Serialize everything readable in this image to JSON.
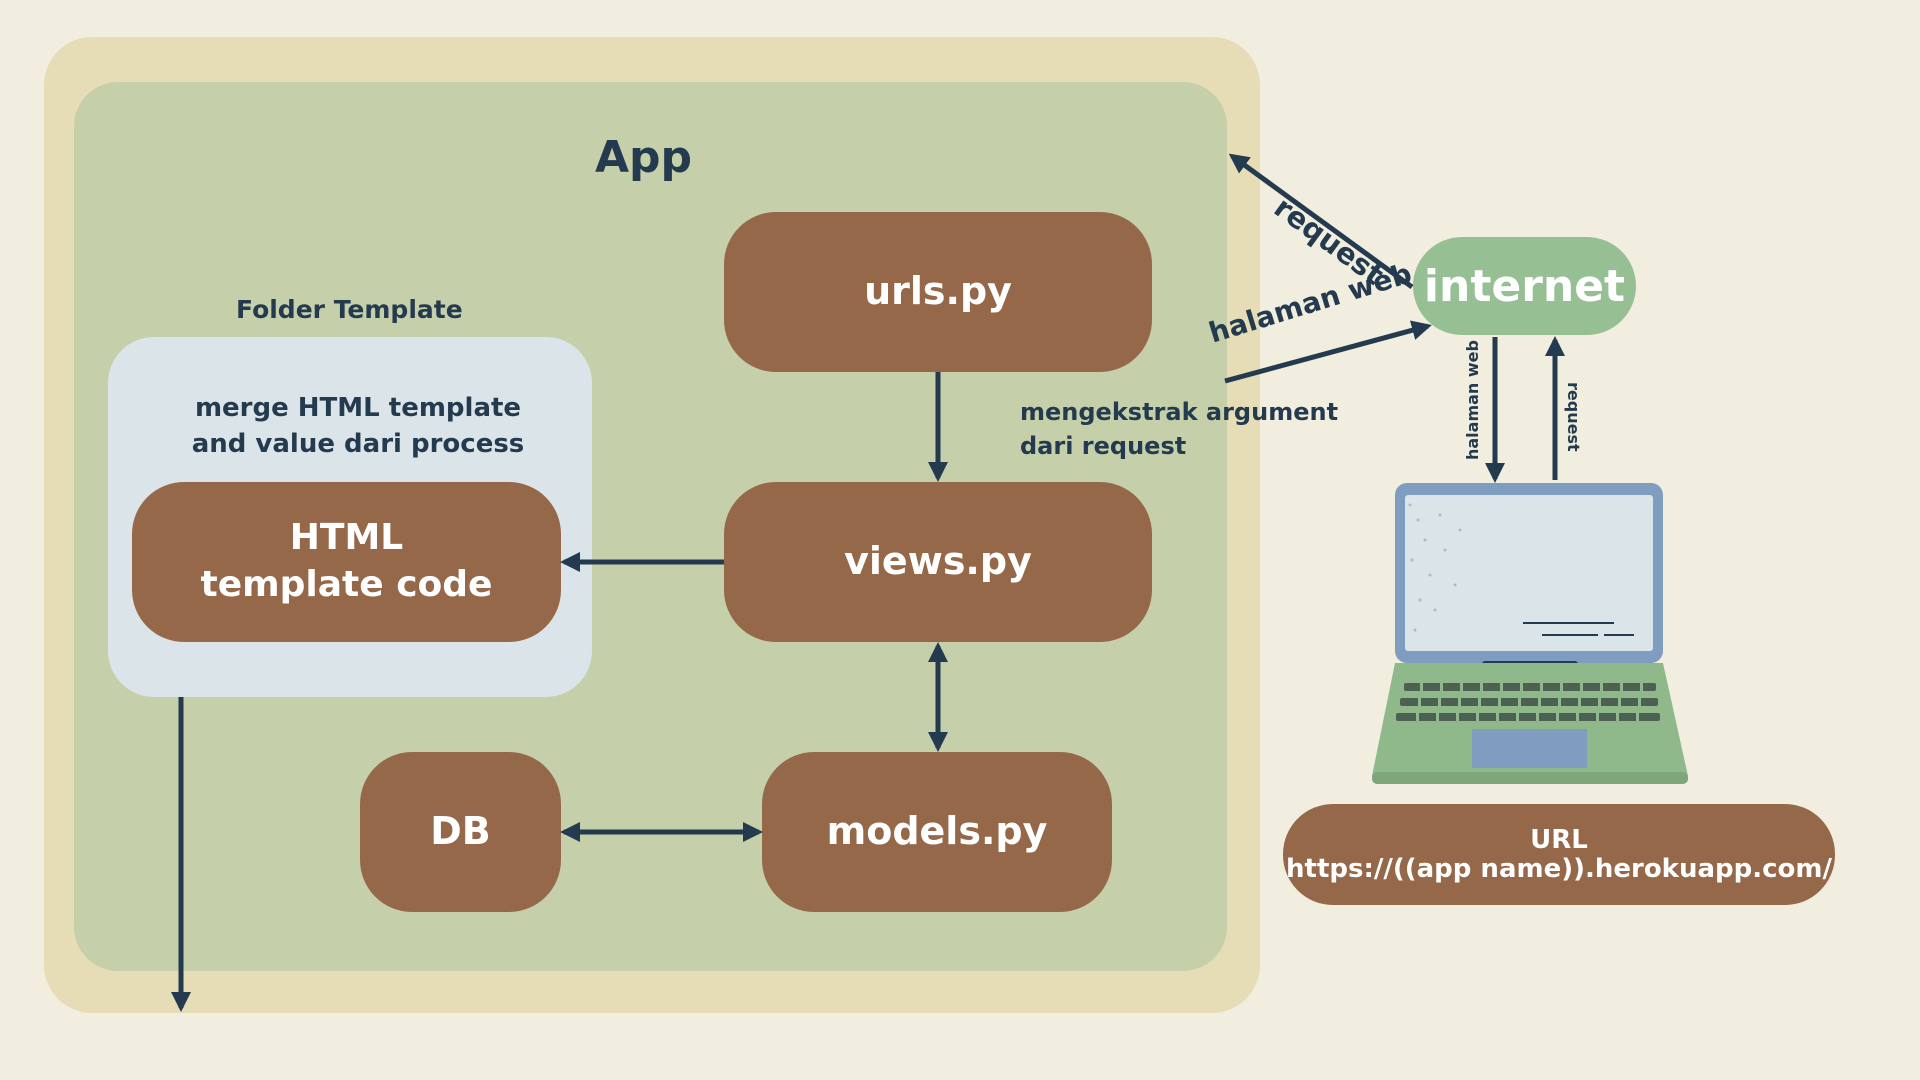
{
  "app_title": "App",
  "folder_title": "Folder Template",
  "merge_text": "merge HTML template\nand value dari process",
  "nodes": {
    "urls": "urls.py",
    "views": "views.py",
    "models": "models.py",
    "db": "DB",
    "html_template": "HTML\ntemplate code"
  },
  "extract_text": "mengekstrak argument\ndari request",
  "internet": "internet",
  "edge_labels": {
    "request": "request",
    "halaman_web": "halaman web"
  },
  "url_box": {
    "label": "URL",
    "value": "https://((app name)).herokuapp.com/"
  },
  "colors": {
    "background": "#f1eee0",
    "outer": "#e6ddb7",
    "app": "#c5d0aa",
    "folder": "#dbe4e8",
    "node": "#95684a",
    "internet": "#97bf94",
    "ink": "#243a4e"
  }
}
